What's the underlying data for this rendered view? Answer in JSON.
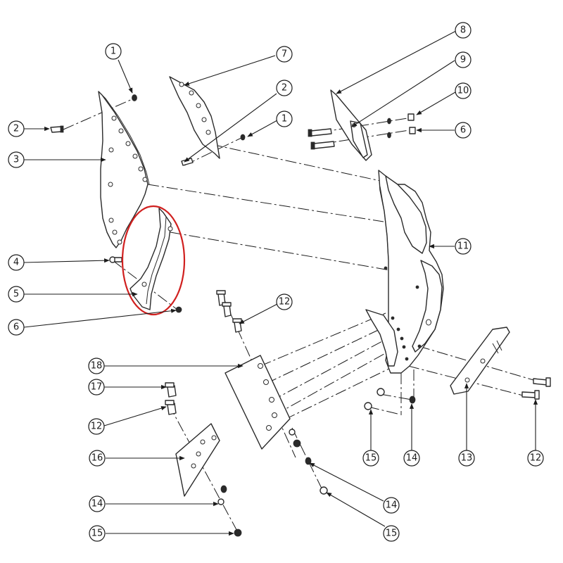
{
  "callouts": [
    "1",
    "2",
    "3",
    "4",
    "5",
    "6",
    "7",
    "2",
    "1",
    "8",
    "9",
    "10",
    "6",
    "11",
    "12",
    "18",
    "17",
    "12",
    "16",
    "14",
    "15",
    "15",
    "14",
    "13",
    "12",
    "14",
    "15"
  ],
  "colors": {
    "highlight": "#d0201f",
    "ink": "#1c1c1c"
  }
}
